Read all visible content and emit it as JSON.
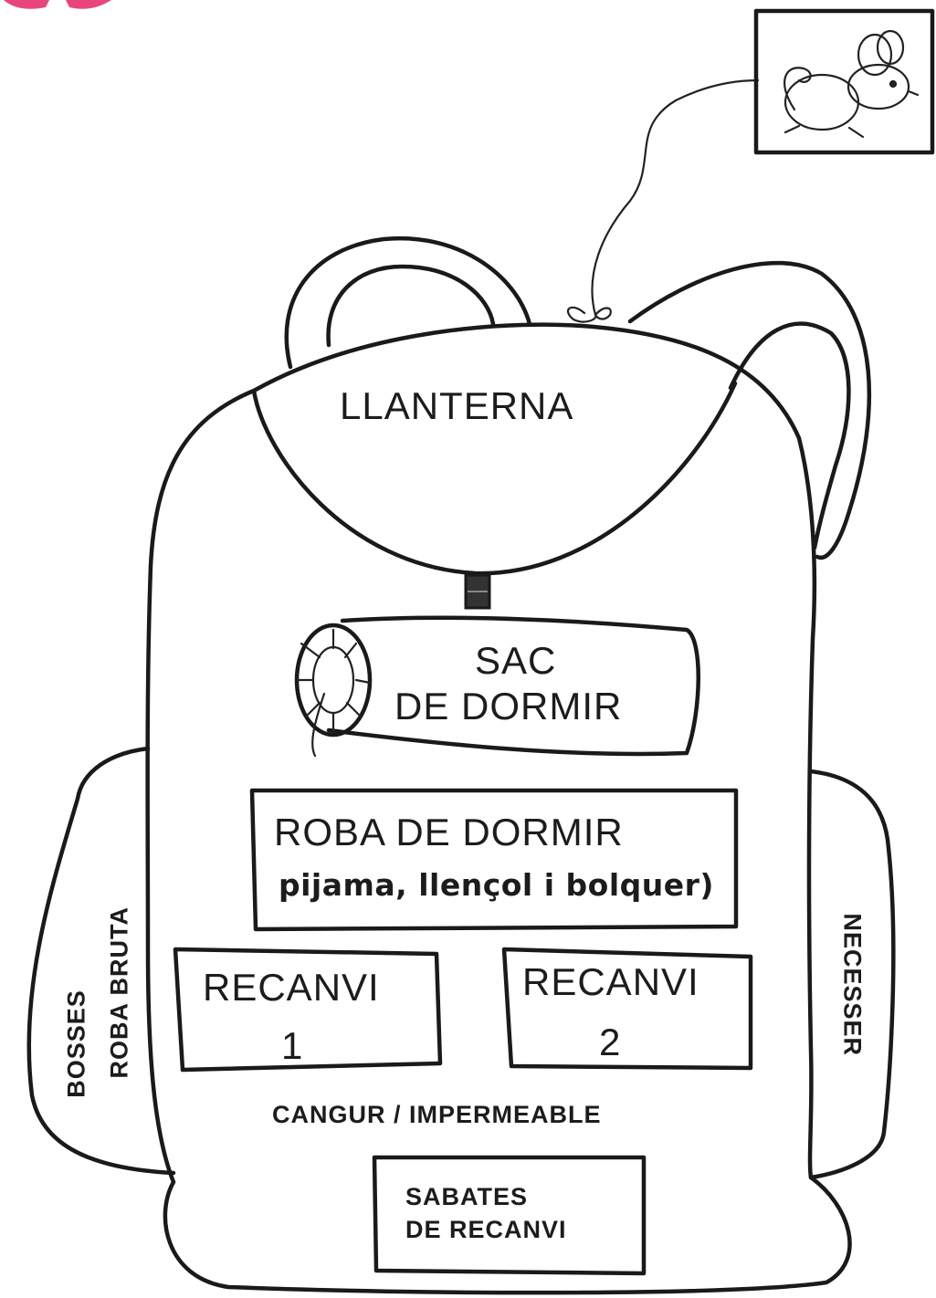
{
  "backpack": {
    "top_pocket": "LLANTERNA",
    "sleeping_bag": [
      "SAC",
      "DE DORMIR"
    ],
    "sleepwear": {
      "title": "ROBA DE DORMIR",
      "subtitle": "pijama, llençol i bolquer)"
    },
    "spare_1": {
      "title": "RECANVI",
      "number": "1"
    },
    "spare_2": {
      "title": "RECANVI",
      "number": "2"
    },
    "jacket": "CANGUR / IMPERMEABLE",
    "shoes": [
      "SABATES",
      "DE RECANVI"
    ],
    "left_pocket": [
      "BOSSES",
      "ROBA BRUTA"
    ],
    "right_pocket": "NECESSER"
  },
  "tag": {
    "icon": "mouse-icon"
  },
  "colors": {
    "ink": "#1a1a1a",
    "accent_pink": "#e8467a"
  }
}
